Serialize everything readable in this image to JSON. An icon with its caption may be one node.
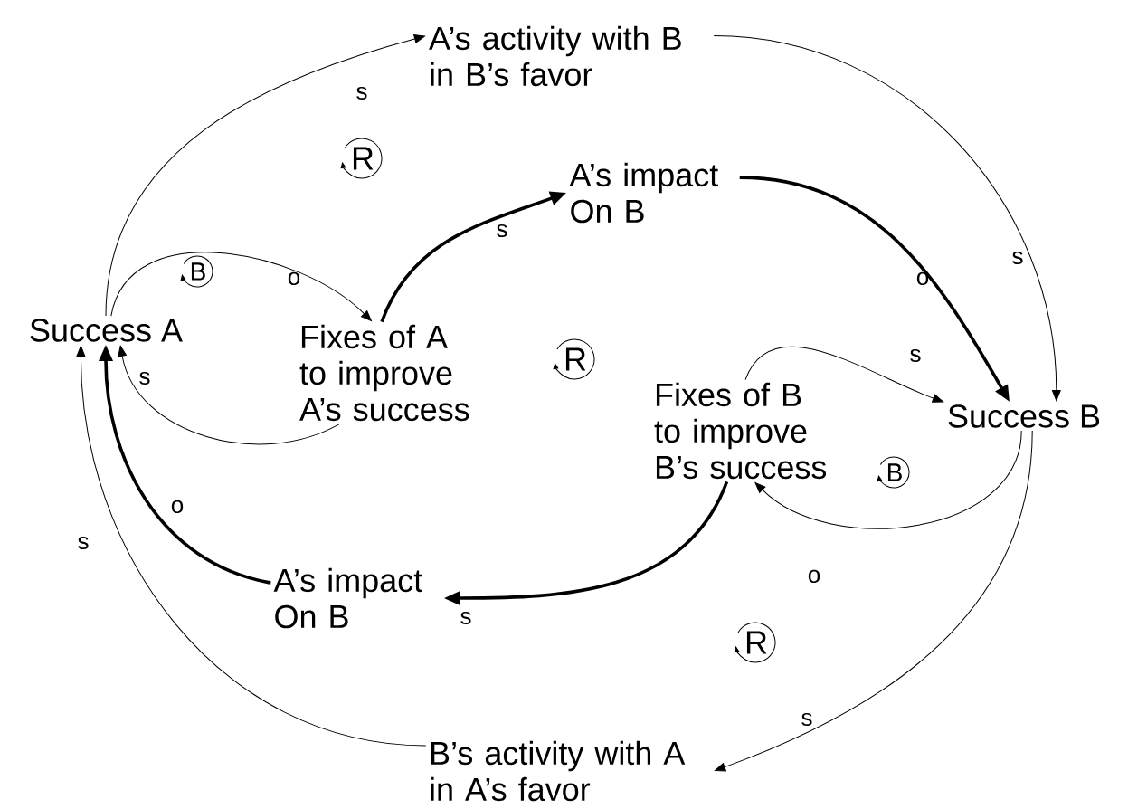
{
  "diagram": {
    "nodes": [
      {
        "text": [
          "Success A"
        ]
      },
      {
        "text": [
          "A’s activity with B in B’s favor"
        ]
      },
      {
        "text": [
          "A’s impact On B"
        ]
      },
      {
        "text": [
          "Fixes of A to improve A’s success"
        ]
      },
      {
        "text": [
          "Success B"
        ]
      },
      {
        "text": [
          "Fixes of B to improve B’s success"
        ]
      },
      {
        "text": [
          "A’s impact On B"
        ]
      },
      {
        "text": [
          "B’s activity with A in A’s favor"
        ]
      }
    ],
    "edges": [
      {
        "from": 0,
        "to": 1,
        "arrow": "to",
        "label": "s"
      },
      {
        "from": 1,
        "to": 4,
        "arrow": "to",
        "label": "s"
      },
      {
        "from": 0,
        "to": 3,
        "arrow": "to",
        "label": "o"
      },
      {
        "from": 3,
        "to": 0,
        "arrow": "to",
        "label": "s"
      },
      {
        "from": 3,
        "to": 2,
        "arrow": "to",
        "label": "s",
        "style": "thick"
      },
      {
        "from": 2,
        "to": 4,
        "arrow": "to",
        "label": "o",
        "style": "thick"
      },
      {
        "from": 5,
        "to": 4,
        "arrow": "to",
        "label": "s"
      },
      {
        "from": 4,
        "to": 5,
        "arrow": "to",
        "label": "o"
      },
      {
        "from": 5,
        "to": 6,
        "arrow": "to",
        "label": "s",
        "style": "thick"
      },
      {
        "from": 6,
        "to": 0,
        "arrow": "to",
        "label": "o",
        "style": "thick"
      },
      {
        "from": 4,
        "to": 7,
        "arrow": "to",
        "label": "s"
      },
      {
        "from": 7,
        "to": 0,
        "arrow": "to",
        "label": "s"
      }
    ],
    "labels": [
      "R",
      "B",
      "R",
      "B",
      "R"
    ]
  }
}
